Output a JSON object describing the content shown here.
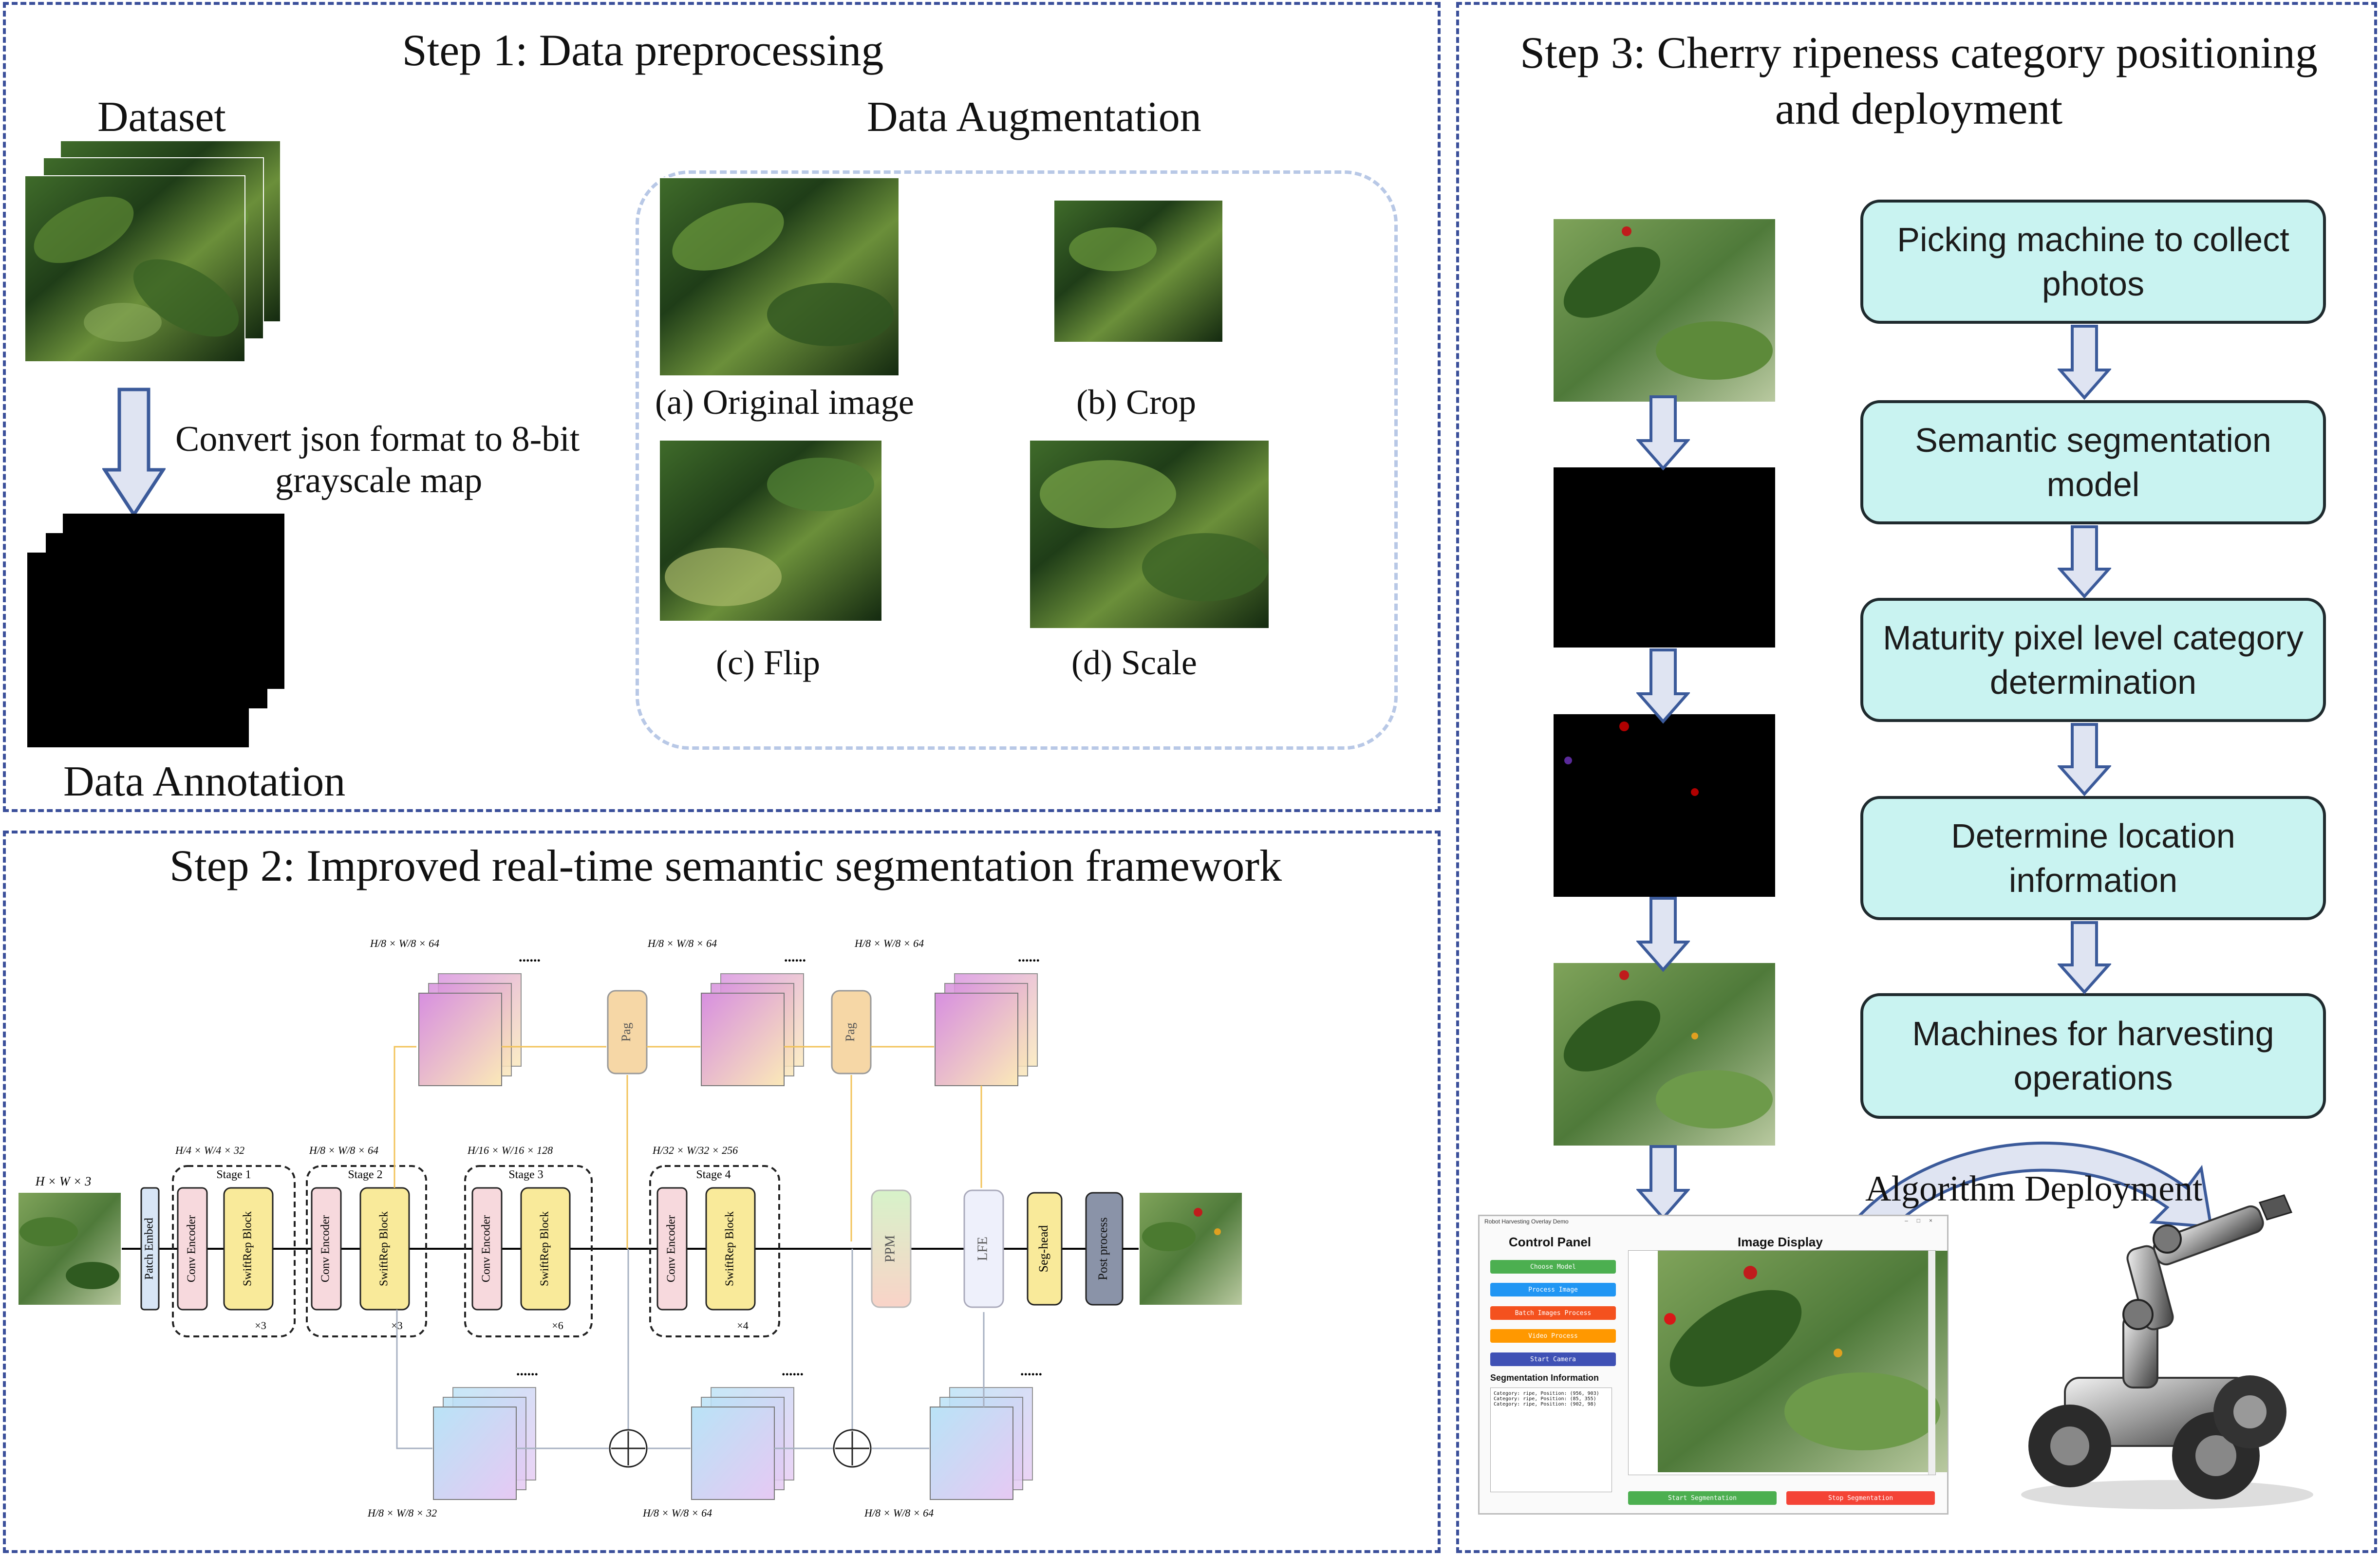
{
  "step1": {
    "title": "Step 1: Data preprocessing",
    "dataset_label": "Dataset",
    "annotation_label": "Data Annotation",
    "convert_text_line1": "Convert json format to 8-bit",
    "convert_text_line2": "grayscale map",
    "augmentation_title": "Data Augmentation",
    "aug_labels": [
      "(a) Original image",
      "(b) Crop",
      "(c) Flip",
      "(d) Scale"
    ]
  },
  "step2": {
    "title": "Step 2: Improved real-time semantic segmentation framework",
    "input_dim": "H × W × 3",
    "patch_embed": "Patch Embed",
    "conv_encoder": "Conv Encoder",
    "swiftrep_block": "SwiftRep Block",
    "stages": [
      {
        "name": "Stage 1",
        "dim": "H/4 × W/4 × 32",
        "repeat": "×3"
      },
      {
        "name": "Stage 2",
        "dim": "H/8 × W/8 × 64",
        "repeat": "×3"
      },
      {
        "name": "Stage 3",
        "dim": "H/16 × W/16 × 128",
        "repeat": "×6"
      },
      {
        "name": "Stage 4",
        "dim": "H/32 × W/32 × 256",
        "repeat": "×4"
      }
    ],
    "top_dims": [
      "H/8 × W/8 × 64",
      "H/8 × W/8 × 64",
      "H/8 × W/8 × 64"
    ],
    "bottom_dims": [
      "H/8 × W/8 × 32",
      "H/8 × W/8 × 64",
      "H/8 × W/8 × 64"
    ],
    "pag": "Pag",
    "ppm": "PPM",
    "lfe": "LFE",
    "seg_head": "Seg-head",
    "post_process": "Post process",
    "dots": "......"
  },
  "step3": {
    "title_line1": "Step 3: Cherry ripeness category positioning",
    "title_line2": "and deployment",
    "flow": [
      "Picking machine to collect photos",
      "Semantic segmentation model",
      "Maturity pixel level category determination",
      "Determine location information",
      "Machines for harvesting operations"
    ],
    "deployment_label": "Algorithm Deployment",
    "app": {
      "window_title": "Robot Harvesting Overlay Demo",
      "control_panel": "Control Panel",
      "image_display": "Image Display",
      "buttons": [
        "Choose Model",
        "Process Image",
        "Batch Images Process",
        "Video Process",
        "Start Camera"
      ],
      "seg_info_title": "Segmentation Information",
      "seg_info_lines": [
        "Category: ripe, Position: (956, 903)",
        "Category: ripe, Position: (85, 355)",
        "Category: ripe, Position: (902, 98)"
      ],
      "start_seg": "Start Segmentation",
      "stop_seg": "Stop Segmentation"
    }
  },
  "colors": {
    "panel_border": "#3a4f9a",
    "flow_fill": "#c9f3f1",
    "arrow_fill": "#dfe4f2",
    "arrow_stroke": "#3b5a9a"
  }
}
